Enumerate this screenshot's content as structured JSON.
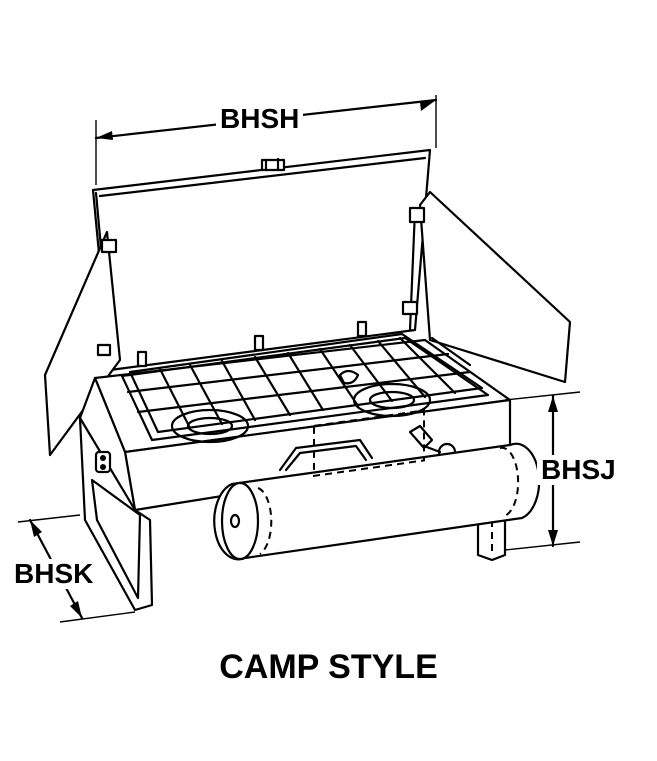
{
  "dimensions": {
    "width_label": "BHSH",
    "height_label": "BHSJ",
    "depth_label": "BHSK"
  },
  "caption": "CAMP STYLE"
}
